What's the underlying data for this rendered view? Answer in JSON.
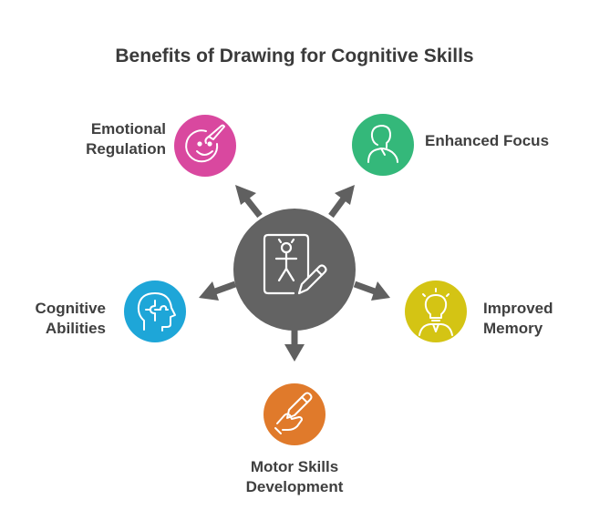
{
  "title": "Benefits of Drawing for Cognitive Skills",
  "benefits": [
    {
      "line1": "Emotional",
      "line2": "Regulation",
      "color": "#d9489f",
      "icon": "smiley-paintbrush-icon"
    },
    {
      "line1": "Enhanced Focus",
      "line2": "",
      "color": "#34b87a",
      "icon": "head-shoulders-icon"
    },
    {
      "line1": "Cognitive",
      "line2": "Abilities",
      "color": "#1ea6d8",
      "icon": "head-puzzle-icon"
    },
    {
      "line1": "Improved",
      "line2": "Memory",
      "color": "#d4c414",
      "icon": "lightbulb-person-icon"
    },
    {
      "line1": "Motor Skills",
      "line2": "Development",
      "color": "#e07a2b",
      "icon": "hand-pencil-icon"
    }
  ],
  "center": {
    "color": "#636363",
    "icon": "drawing-board-figure-icon"
  },
  "arrow_color": "#606060"
}
